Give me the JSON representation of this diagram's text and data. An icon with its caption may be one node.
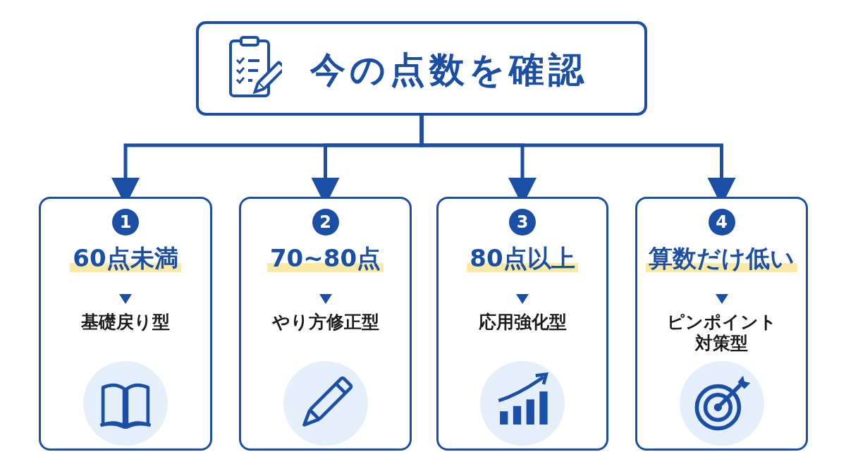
{
  "diagram": {
    "nodes": [
      {
        "text": [
          "今の点数を確認"
        ]
      },
      {
        "text": [
          "60点未満",
          "基礎戻り型"
        ]
      },
      {
        "text": [
          "1"
        ],
        "in": 1
      },
      {
        "text": [
          "70~80点",
          "やり方修正型"
        ]
      },
      {
        "text": [
          "2"
        ],
        "in": 3
      },
      {
        "text": [
          "80点以上",
          "応用強化型"
        ]
      },
      {
        "text": [
          "3"
        ],
        "in": 5
      },
      {
        "text": [
          "算数だけ低い",
          "ピンポイント対策型"
        ]
      },
      {
        "text": [
          "4"
        ],
        "in": 7
      }
    ],
    "edges": [
      {
        "from": 0,
        "to": 1,
        "arrow": "to"
      },
      {
        "from": 0,
        "to": 3,
        "arrow": "to"
      },
      {
        "from": 0,
        "to": 5,
        "arrow": "to"
      },
      {
        "from": 0,
        "to": 7,
        "arrow": "to"
      }
    ]
  }
}
